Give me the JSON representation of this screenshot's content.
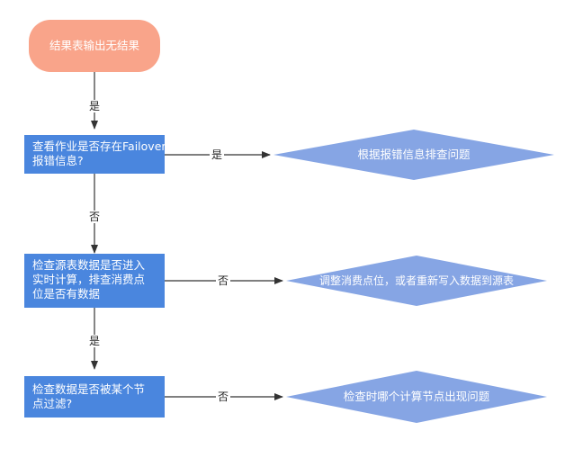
{
  "colors": {
    "start_fill": "#f9a48a",
    "process_fill": "#4a86de",
    "decision_fill": "#86a5e4",
    "edge": "#333333"
  },
  "nodes": {
    "start": "结果表输出无结果",
    "q1_line1": "查看作业是否存在Failover",
    "q1_line2": "报错信息?",
    "d1": "根据报错信息排查问题",
    "q2_line1": "检查源表数据是否进入",
    "q2_line2": "实时计算，排查消费点",
    "q2_line3": "位是否有数据",
    "d2": "调整消费点位，或者重新写入数据到源表",
    "q3_line1": "检查数据是否被某个节",
    "q3_line2": "点过滤?",
    "d3": "检查时哪个计算节点出现问题"
  },
  "edges": {
    "start_to_q1": "是",
    "q1_to_d1": "是",
    "q1_to_q2": "否",
    "q2_to_d2": "否",
    "q2_to_q3": "是",
    "q3_to_d3": "否"
  }
}
